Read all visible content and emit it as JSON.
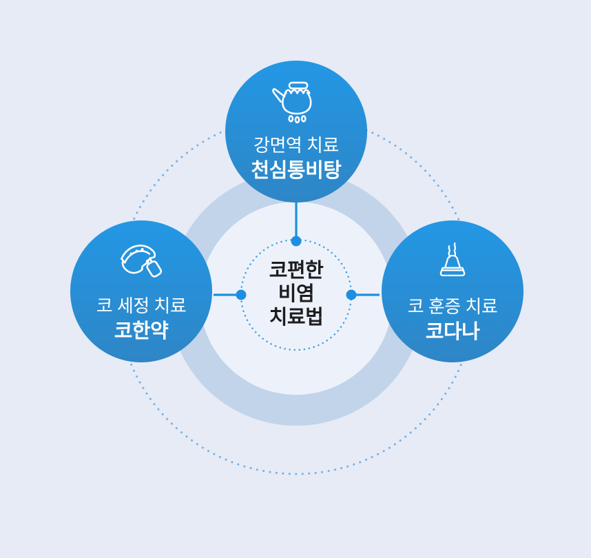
{
  "center": {
    "lines": [
      "코편한",
      "비염",
      "치료법"
    ]
  },
  "nodes": {
    "top": {
      "label": "강면역 치료",
      "name": "천심통비탕",
      "icon": "medicine-pot-icon"
    },
    "left": {
      "label": "코 세정 치료",
      "name": "코한약",
      "icon": "nasal-spray-icon"
    },
    "right": {
      "label": "코 훈증 치료",
      "name": "코다나",
      "icon": "fumigation-pot-icon"
    }
  },
  "colors": {
    "background": "#E6EBF5",
    "ring": "#C2D4EA",
    "ring-inner": "#EDF2FA",
    "node-top": "#2397E5",
    "node-bottom": "#2E86C6",
    "node-text": "#FFFFFF",
    "connector": "#1B90E1",
    "dotted-inner": "#4AA2E3",
    "dotted-outer": "#79AFE5",
    "center-text": "#1D1D1F"
  }
}
